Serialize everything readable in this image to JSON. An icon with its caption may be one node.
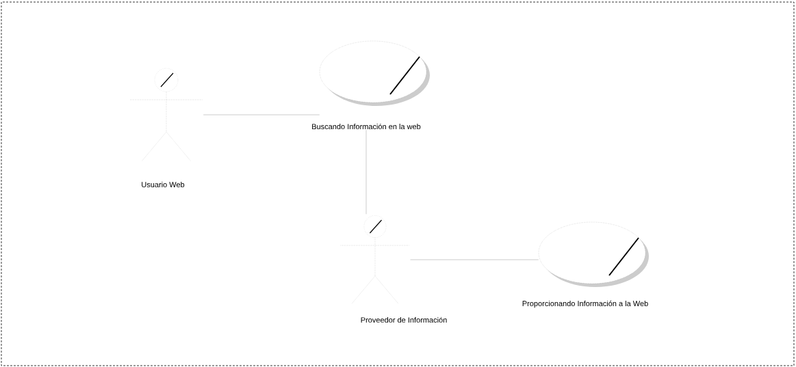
{
  "diagram": {
    "nodes": [
      {
        "text": [
          "Usuario Web"
        ]
      },
      {
        "text": [
          "Buscando Información en la web"
        ]
      },
      {
        "text": [
          "Proveedor de Información"
        ]
      },
      {
        "text": [
          "Proporcionando Información a la Web"
        ]
      }
    ],
    "edges": [
      {
        "from": 0,
        "to": 1,
        "arrow": "none"
      },
      {
        "from": 1,
        "to": 2,
        "arrow": "none"
      },
      {
        "from": 2,
        "to": 3,
        "arrow": "none"
      }
    ]
  }
}
